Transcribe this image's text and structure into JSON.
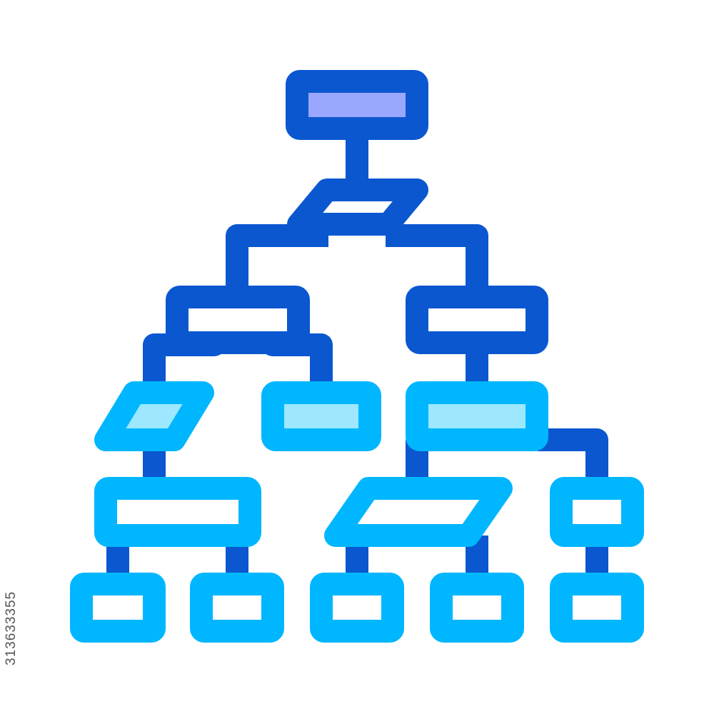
{
  "image": {
    "type": "flowchart-hierarchy-icon",
    "background": "#ffffff",
    "stock_id": "313633355"
  },
  "palette": {
    "dark_blue": "#0b57d0",
    "dark_fill": "#9aa7ff",
    "light_blue": "#00b6ff",
    "light_fill": "#9de8ff"
  },
  "nodes": [
    {
      "id": "root",
      "shape": "rectangle",
      "tier": "dark",
      "filled": true
    },
    {
      "id": "decision",
      "shape": "parallelogram",
      "tier": "dark",
      "filled": false
    },
    {
      "id": "left-process",
      "shape": "rectangle",
      "tier": "dark",
      "filled": false
    },
    {
      "id": "right-process",
      "shape": "rectangle",
      "tier": "dark",
      "filled": false
    },
    {
      "id": "input-left",
      "shape": "parallelogram",
      "tier": "light",
      "filled": true
    },
    {
      "id": "mid-process",
      "shape": "rectangle",
      "tier": "light",
      "filled": true
    },
    {
      "id": "right-filled",
      "shape": "rectangle",
      "tier": "light",
      "filled": true
    },
    {
      "id": "wide-process",
      "shape": "rectangle",
      "tier": "light",
      "filled": false
    },
    {
      "id": "input-mid",
      "shape": "parallelogram",
      "tier": "light",
      "filled": false
    },
    {
      "id": "small-right",
      "shape": "rectangle",
      "tier": "light",
      "filled": false
    },
    {
      "id": "leaf-1",
      "shape": "rectangle",
      "tier": "light",
      "filled": false
    },
    {
      "id": "leaf-2",
      "shape": "rectangle",
      "tier": "light",
      "filled": false
    },
    {
      "id": "leaf-3",
      "shape": "rectangle",
      "tier": "light",
      "filled": false
    },
    {
      "id": "leaf-4",
      "shape": "rectangle",
      "tier": "light",
      "filled": false
    },
    {
      "id": "leaf-5",
      "shape": "rectangle",
      "tier": "light",
      "filled": false
    }
  ],
  "edges": [
    {
      "from": "root",
      "to": "decision"
    },
    {
      "from": "decision",
      "to": "left-process"
    },
    {
      "from": "decision",
      "to": "right-process"
    },
    {
      "from": "left-process",
      "to": "input-left"
    },
    {
      "from": "left-process",
      "to": "mid-process"
    },
    {
      "from": "right-process",
      "to": "right-filled"
    },
    {
      "from": "input-left",
      "to": "wide-process"
    },
    {
      "from": "right-filled",
      "to": "input-mid"
    },
    {
      "from": "right-filled",
      "to": "small-right"
    },
    {
      "from": "wide-process",
      "to": "leaf-1"
    },
    {
      "from": "wide-process",
      "to": "leaf-2"
    },
    {
      "from": "input-mid",
      "to": "leaf-3"
    },
    {
      "from": "input-mid",
      "to": "leaf-4"
    },
    {
      "from": "small-right",
      "to": "leaf-5"
    }
  ]
}
